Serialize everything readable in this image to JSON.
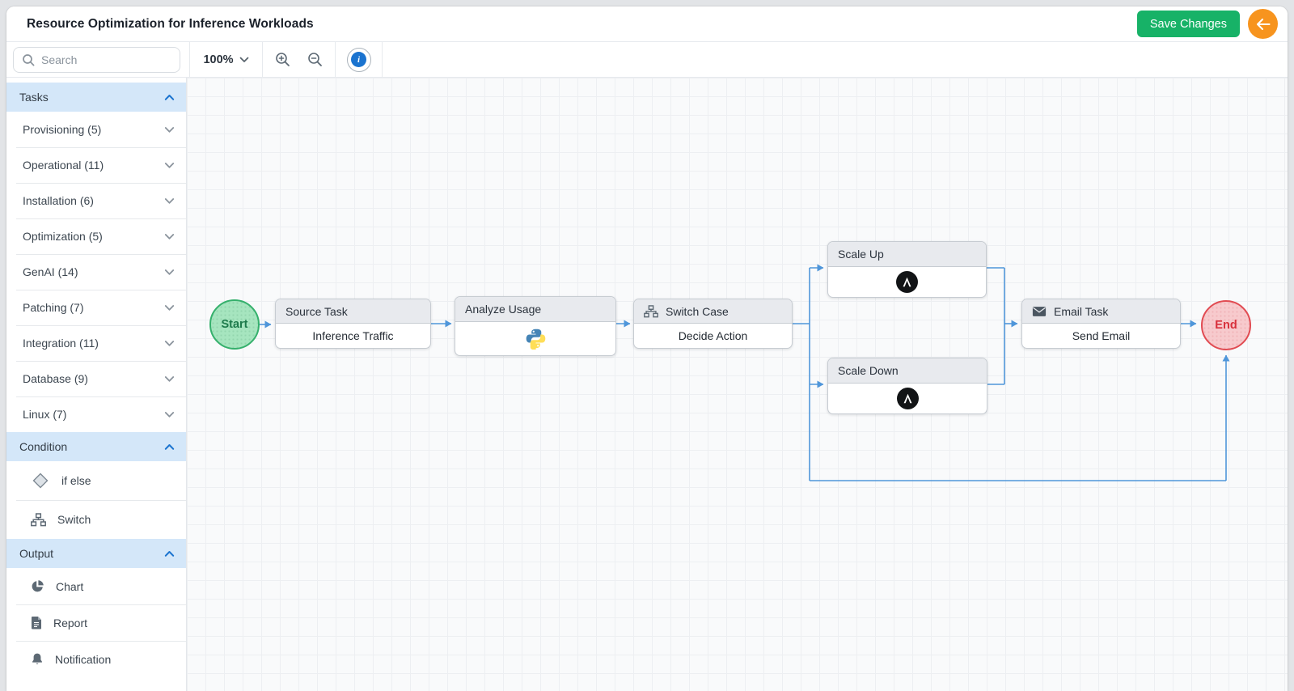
{
  "header": {
    "title": "Resource Optimization for Inference Workloads",
    "save_button_label": "Save Changes",
    "back_icon": "arrow-left-icon"
  },
  "toolbar": {
    "search_placeholder": "Search",
    "search_icon": "search-icon",
    "zoom_level": "100%",
    "zoom_dropdown_icon": "chevron-down-icon",
    "zoom_in_icon": "zoom-in-icon",
    "zoom_out_icon": "zoom-out-icon",
    "info_icon": "info-icon"
  },
  "sidebar": {
    "sections": [
      {
        "label": "Tasks",
        "state": "expanded",
        "chevron_icon": "chevron-up-icon",
        "items": [
          {
            "label": "Provisioning (5)",
            "chevron_icon": "chevron-down-icon"
          },
          {
            "label": "Operational (11)",
            "chevron_icon": "chevron-down-icon"
          },
          {
            "label": "Installation (6)",
            "chevron_icon": "chevron-down-icon"
          },
          {
            "label": "Optimization (5)",
            "chevron_icon": "chevron-down-icon"
          },
          {
            "label": "GenAI (14)",
            "chevron_icon": "chevron-down-icon"
          },
          {
            "label": "Patching (7)",
            "chevron_icon": "chevron-down-icon"
          },
          {
            "label": "Integration (11)",
            "chevron_icon": "chevron-down-icon"
          },
          {
            "label": "Database (9)",
            "chevron_icon": "chevron-down-icon"
          },
          {
            "label": "Linux (7)",
            "chevron_icon": "chevron-down-icon"
          }
        ]
      },
      {
        "label": "Condition",
        "state": "expanded",
        "chevron_icon": "chevron-up-icon",
        "items": [
          {
            "label": "if else",
            "icon": "diamond-icon"
          },
          {
            "label": "Switch",
            "icon": "sitemap-icon"
          }
        ]
      },
      {
        "label": "Output",
        "state": "expanded",
        "chevron_icon": "chevron-up-icon",
        "items": [
          {
            "label": "Chart",
            "icon": "pie-chart-icon"
          },
          {
            "label": "Report",
            "icon": "report-icon"
          },
          {
            "label": "Notification",
            "icon": "bell-icon"
          }
        ]
      }
    ]
  },
  "canvas": {
    "start_node": {
      "label": "Start"
    },
    "end_node": {
      "label": "End"
    },
    "nodes": [
      {
        "title": "Source Task",
        "body_text": "Inference Traffic"
      },
      {
        "title": "Analyze Usage",
        "body_icon": "python-icon"
      },
      {
        "title": "Switch Case",
        "header_icon": "sitemap-icon",
        "body_text": "Decide Action"
      },
      {
        "title": "Scale Up",
        "body_icon": "ansible-icon"
      },
      {
        "title": "Scale Down",
        "body_icon": "ansible-icon"
      },
      {
        "title": "Email Task",
        "header_icon": "email-icon",
        "body_text": "Send Email"
      }
    ]
  },
  "colors": {
    "save_green": "#17b267",
    "back_orange": "#f7941e",
    "section_header_blue": "#d4e7f9",
    "accent_blue": "#1a73cf",
    "connector_blue": "#4f96da",
    "node_header_gray": "#e8eaee",
    "start_fill": "#a6e5bf",
    "start_border": "#35b06c",
    "start_text": "#1d7a4b",
    "end_fill": "#f7cacd",
    "end_border": "#e14b52",
    "end_text": "#d8303c"
  }
}
